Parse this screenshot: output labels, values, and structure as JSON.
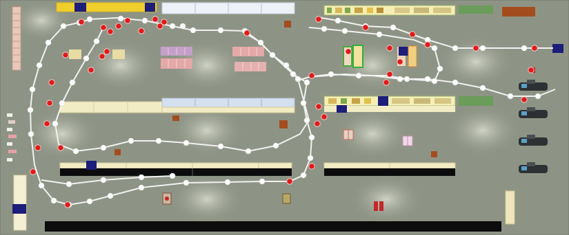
{
  "colors": {
    "background": "#8e9485",
    "track": "#f2f2f0",
    "node_free": "#ffffff",
    "node_occupied": "#e11a1a",
    "platform_light": "#f2ecc4",
    "platform_pale": "#f4f0d6",
    "platform_blue": "#d4e0f0",
    "block_dark": "#0c0c0c",
    "block_navy": "#1c1e7a",
    "block_yellow": "#f0cf2c",
    "block_green": "#6a9c5a",
    "block_brown": "#a34d1e",
    "wagon_pink": "#e8a0a8",
    "vehicle_dark": "#2e3133"
  },
  "layout": {
    "track_loops": 6,
    "parked_vehicles": 4,
    "node_legend": [
      "free",
      "occupied"
    ]
  }
}
